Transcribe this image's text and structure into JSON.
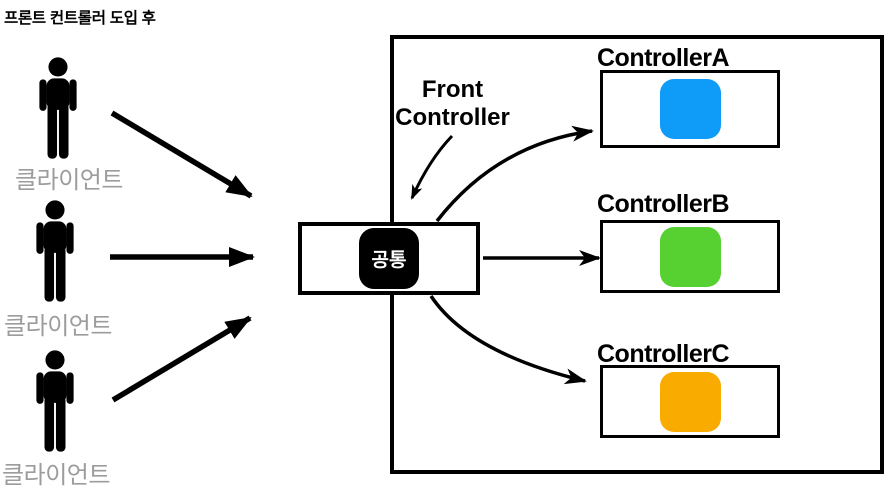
{
  "title": "프론트 컨트롤러 도입 후",
  "clients": [
    {
      "label": "클라이언트"
    },
    {
      "label": "클라이언트"
    },
    {
      "label": "클라이언트"
    }
  ],
  "front_controller": {
    "annotation": {
      "line1": "Front",
      "line2": "Controller"
    },
    "box_label": "공통"
  },
  "controllers": [
    {
      "name": "ControllerA",
      "color": "#0F9BF8"
    },
    {
      "name": "ControllerB",
      "color": "#57D131"
    },
    {
      "name": "ControllerC",
      "color": "#FAAB00"
    }
  ],
  "colors": {
    "outline": "#000000",
    "client_label": "#9C9C9C"
  }
}
